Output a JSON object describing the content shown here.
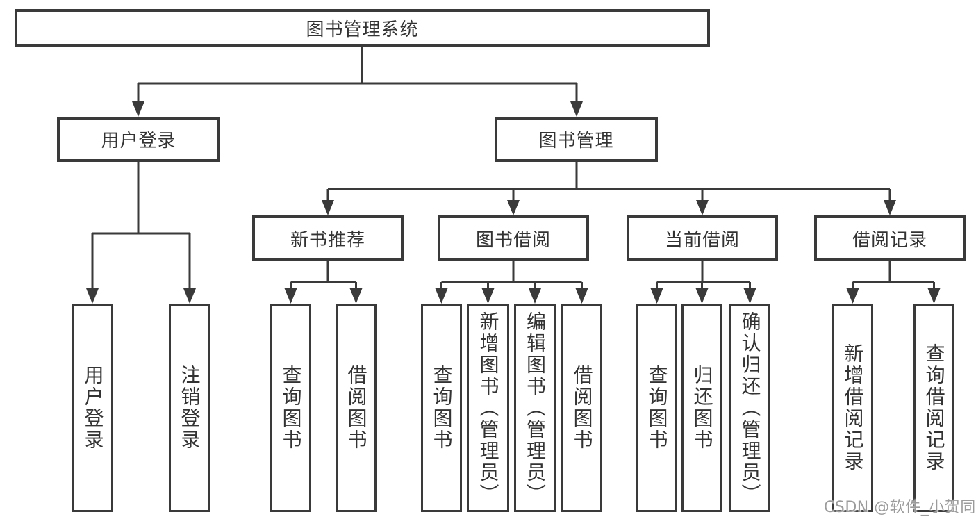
{
  "tree": {
    "label": "图书管理系统",
    "children": [
      {
        "label": "用户登录",
        "children": [
          {
            "label": "用户登录"
          },
          {
            "label": "注销登录"
          }
        ]
      },
      {
        "label": "图书管理",
        "children": [
          {
            "label": "新书推荐",
            "children": [
              {
                "label": "查询图书"
              },
              {
                "label": "借阅图书"
              }
            ]
          },
          {
            "label": "图书借阅",
            "children": [
              {
                "label": "查询图书"
              },
              {
                "label": "新增图书（管理员）"
              },
              {
                "label": "编辑图书（管理员）"
              },
              {
                "label": "借阅图书"
              }
            ]
          },
          {
            "label": "当前借阅",
            "children": [
              {
                "label": "查询图书"
              },
              {
                "label": "归还图书"
              },
              {
                "label": "确认归还（管理员）"
              }
            ]
          },
          {
            "label": "借阅记录",
            "children": [
              {
                "label": "新增借阅记录"
              },
              {
                "label": "查询借阅记录"
              }
            ]
          }
        ]
      }
    ]
  },
  "watermark": {
    "text": "CSDN @软件_小贺同学"
  },
  "colors": {
    "line": "#3a3a3a",
    "text": "#333333",
    "watermark": "#9b9b9b",
    "background": "#ffffff"
  }
}
